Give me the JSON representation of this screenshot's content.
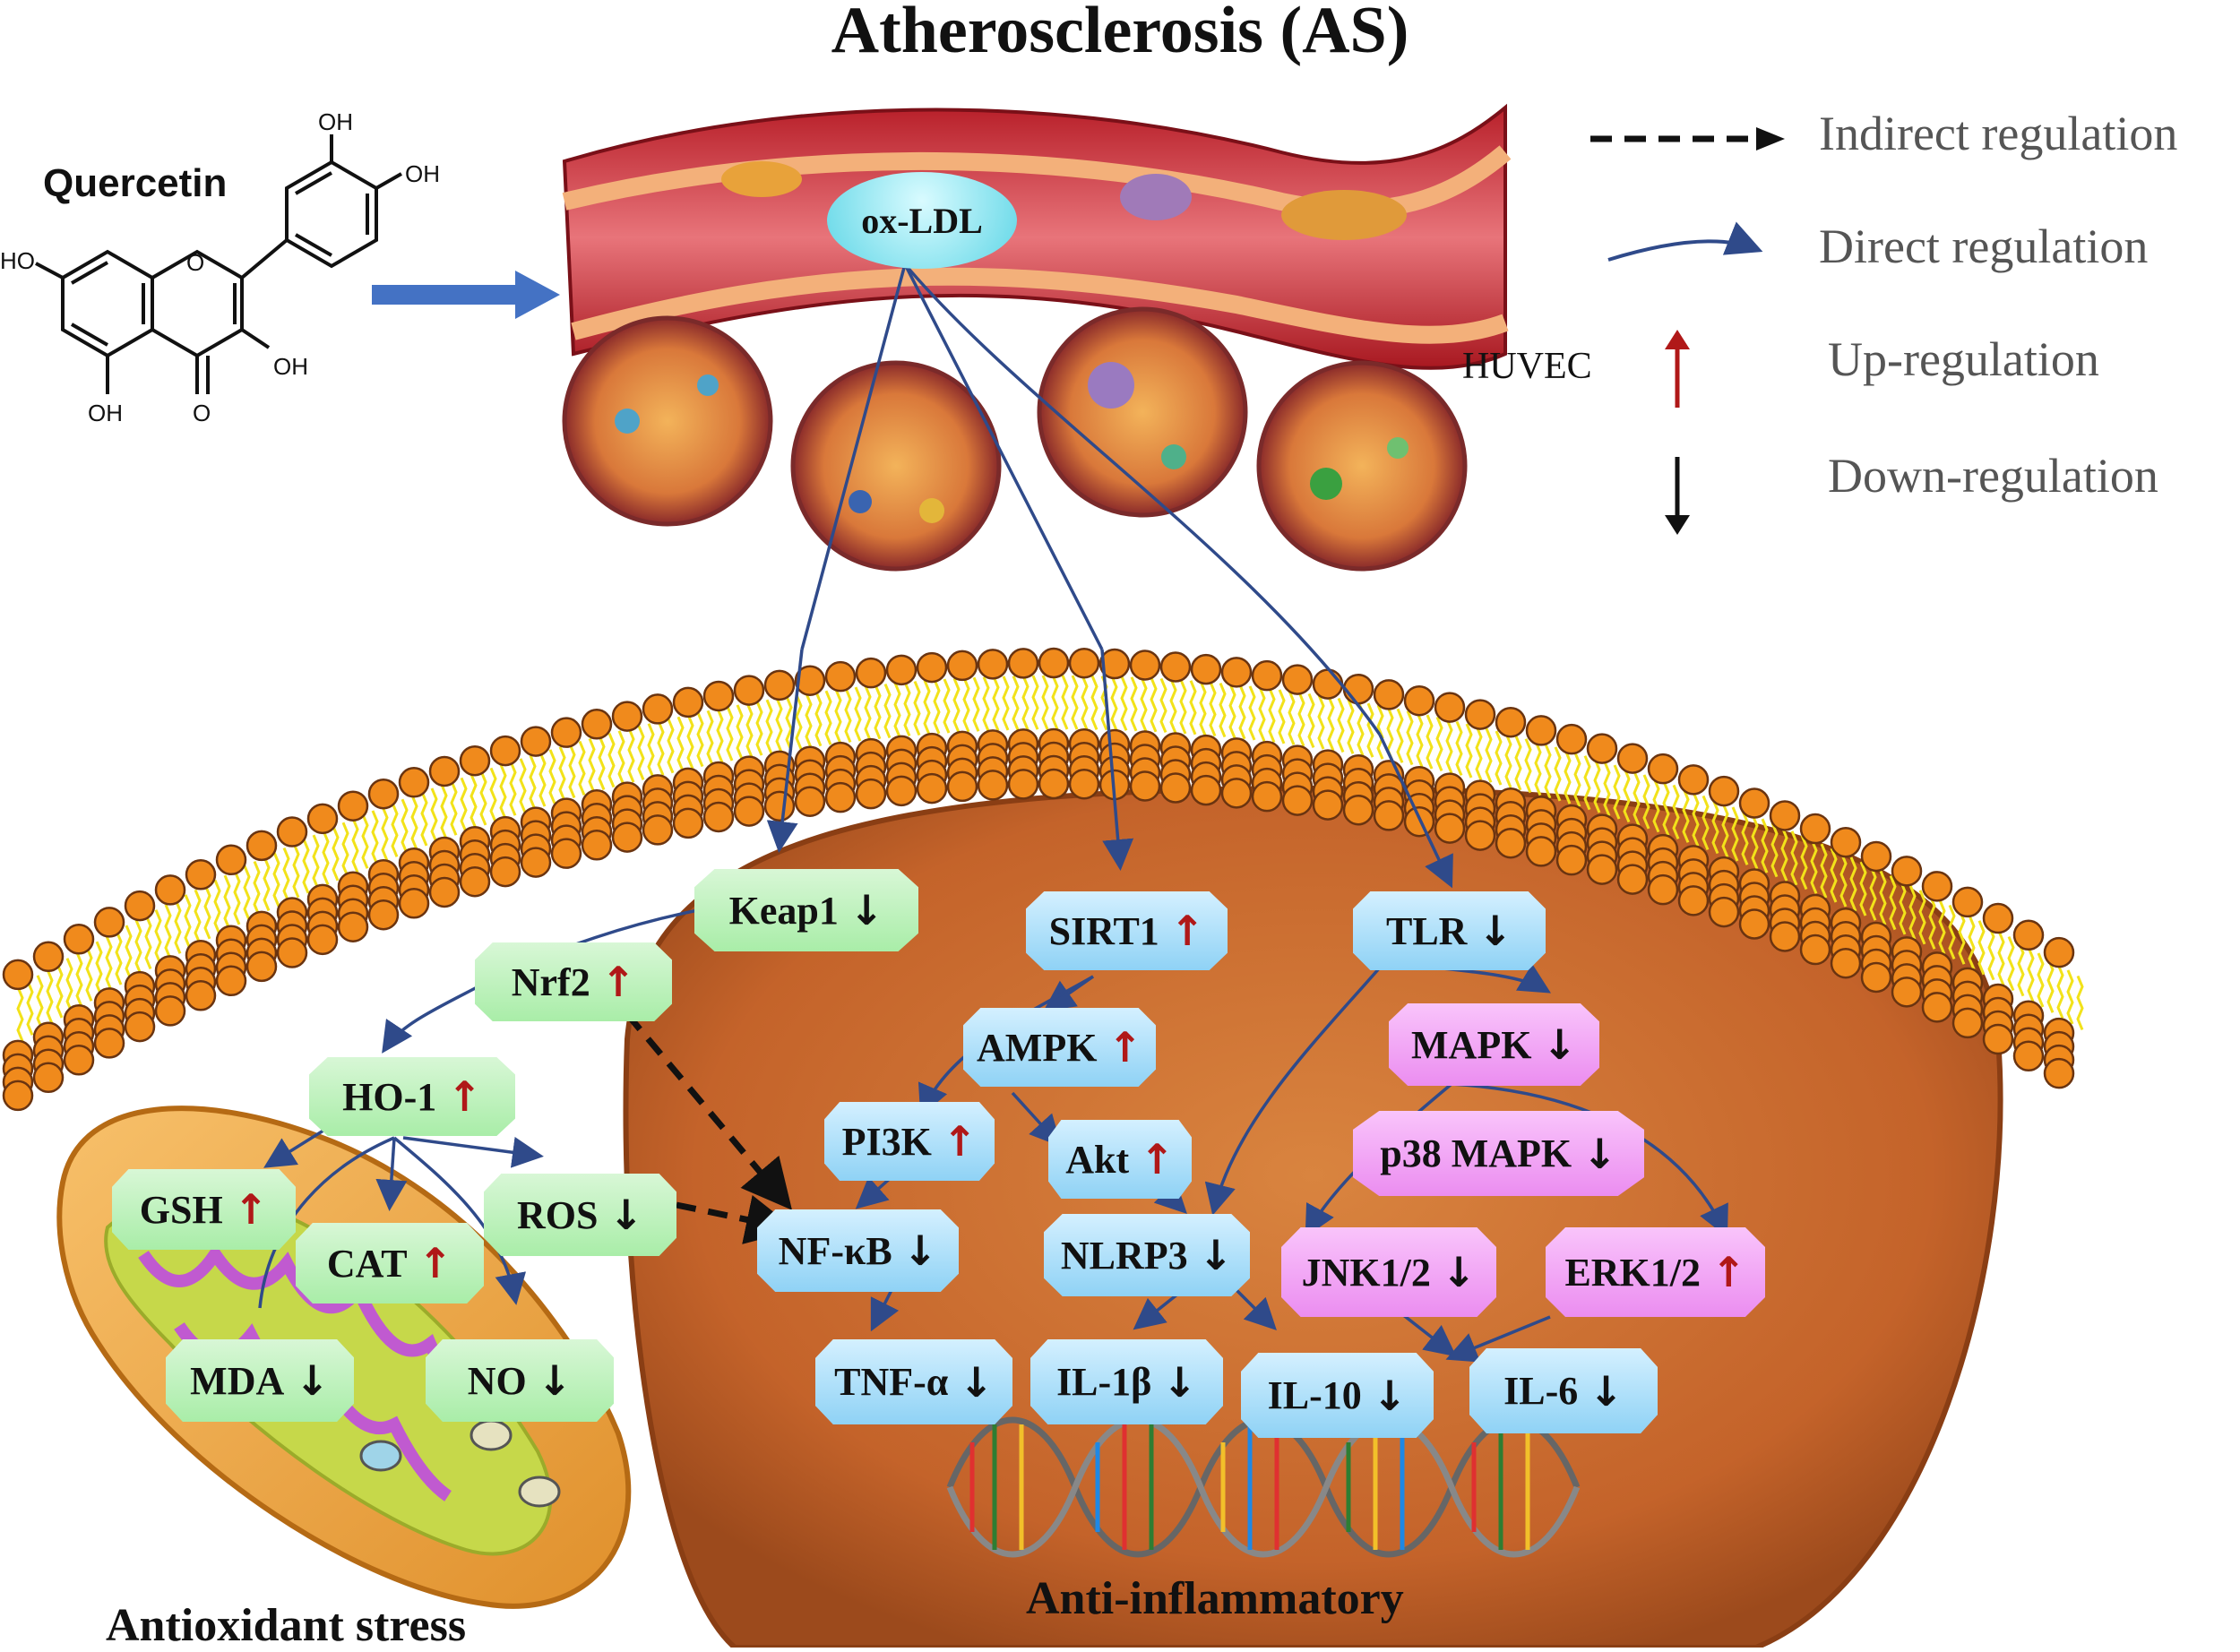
{
  "title": "Atherosclerosis (AS)",
  "molecule": {
    "name": "Quercetin",
    "atoms": {
      "oh": "OH",
      "ho": "HO",
      "o": "O"
    }
  },
  "vessel": {
    "cell_label": "HUVEC",
    "ox_ldl": "ox-LDL"
  },
  "legend": {
    "indirect": "Indirect regulation",
    "direct": "Direct regulation",
    "up": "Up-regulation",
    "down": "Down-regulation"
  },
  "sections": {
    "antioxidant": "Antioxidant stress",
    "anti_inflammatory": "Anti-inflammatory"
  },
  "nodes": {
    "keap1": {
      "label": "Keap1",
      "reg": "↓"
    },
    "nrf2": {
      "label": "Nrf2",
      "reg": "↑"
    },
    "ho1": {
      "label": "HO-1",
      "reg": "↑"
    },
    "gsh": {
      "label": "GSH",
      "reg": "↑"
    },
    "cat": {
      "label": "CAT",
      "reg": "↑"
    },
    "ros": {
      "label": "ROS",
      "reg": "↓"
    },
    "mda": {
      "label": "MDA",
      "reg": "↓"
    },
    "no": {
      "label": "NO",
      "reg": "↓"
    },
    "sirt1": {
      "label": "SIRT1",
      "reg": "↑"
    },
    "ampk": {
      "label": "AMPK",
      "reg": "↑"
    },
    "pi3k": {
      "label": "PI3K",
      "reg": "↑"
    },
    "akt": {
      "label": "Akt",
      "reg": "↑"
    },
    "nfkb": {
      "label": "NF-κB",
      "reg": "↓"
    },
    "nlrp3": {
      "label": "NLRP3",
      "reg": "↓"
    },
    "tnfa": {
      "label": "TNF-α",
      "reg": "↓"
    },
    "il1b": {
      "label": "IL-1β",
      "reg": "↓"
    },
    "il10": {
      "label": "IL-10",
      "reg": "↓"
    },
    "il6": {
      "label": "IL-6",
      "reg": "↓"
    },
    "tlr": {
      "label": "TLR",
      "reg": "↓"
    },
    "mapk": {
      "label": "MAPK",
      "reg": "↓"
    },
    "p38": {
      "label": "p38 MAPK",
      "reg": "↓"
    },
    "jnk": {
      "label": "JNK1/2",
      "reg": "↓"
    },
    "erk": {
      "label": "ERK1/2",
      "reg": "↑"
    }
  },
  "colors": {
    "direct_line": "#2f4a8a",
    "quercetin_arrow": "#4472c4",
    "up_arrow": "#b01818",
    "membrane_head": "#f08a1c",
    "membrane_tail": "#f2e21a",
    "nucleus": "#c8692e"
  }
}
